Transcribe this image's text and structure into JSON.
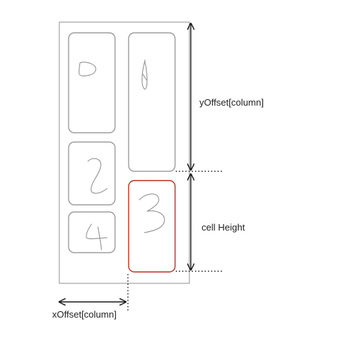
{
  "labels": {
    "y_offset": "yOffset[column]",
    "cell_height": "cell Height",
    "x_offset": "xOffset[column]"
  },
  "cells": [
    {
      "glyph": "0",
      "column": 0,
      "highlighted": false
    },
    {
      "glyph": "1",
      "column": 1,
      "highlighted": false
    },
    {
      "glyph": "2",
      "column": 0,
      "highlighted": false
    },
    {
      "glyph": "3",
      "column": 1,
      "highlighted": true
    },
    {
      "glyph": "4",
      "column": 0,
      "highlighted": false
    }
  ],
  "colors": {
    "frame": "#8f8f8f",
    "cell_border": "#8c8c8c",
    "highlight_border": "#b8321f",
    "sketch": "#8a8a8a",
    "arrow": "#1a1a1a"
  }
}
